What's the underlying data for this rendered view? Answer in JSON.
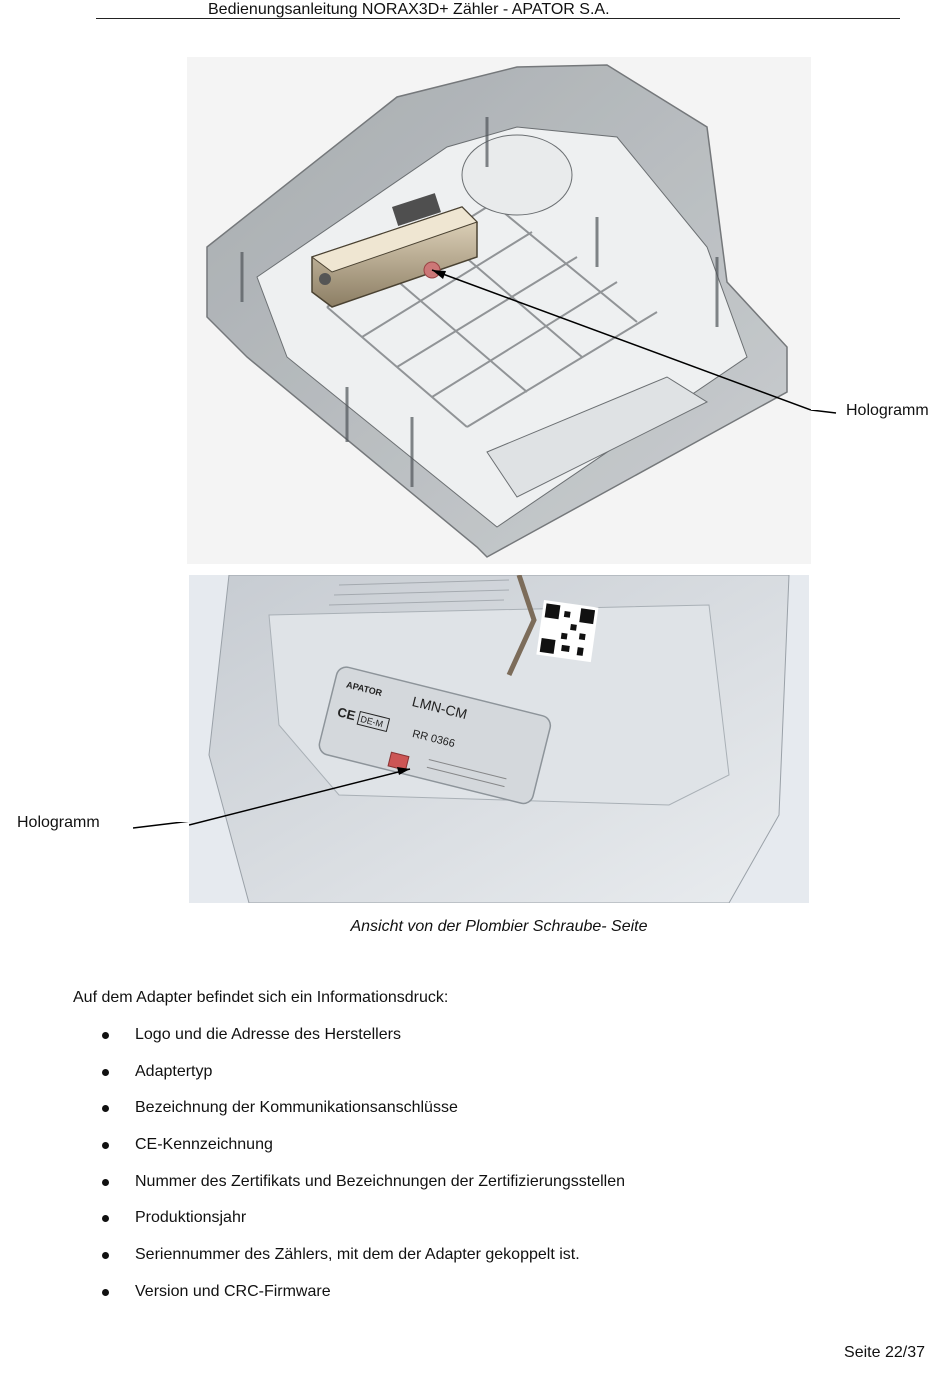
{
  "header": {
    "title": "Bedienungsanleitung NORAX3D+  Zähler -  APATOR S.A."
  },
  "figure1": {
    "callout_label": "Hologramm"
  },
  "figure2": {
    "callout_label": "Hologramm",
    "adapter_brand": "APATOR",
    "adapter_type": "LMN-CM",
    "ce_mark": "CE",
    "cert_mark": "DE-M",
    "cert_number": "RR 0366"
  },
  "caption": "Ansicht von der Plombier Schraube- Seite",
  "body": {
    "intro": "Auf dem Adapter befindet sich ein Informationsdruck:",
    "bullets": [
      "Logo und die Adresse des Herstellers",
      "Adaptertyp",
      "Bezeichnung der Kommunikationsanschlüsse",
      "CE-Kennzeichnung",
      "Nummer des Zertifikats und Bezeichnungen der Zertifizierungsstellen",
      "Produktionsjahr",
      "Seriennummer des Zählers, mit dem der Adapter gekoppelt ist.",
      "Version und CRC-Firmware"
    ]
  },
  "footer": {
    "page": "Seite 22/37"
  }
}
